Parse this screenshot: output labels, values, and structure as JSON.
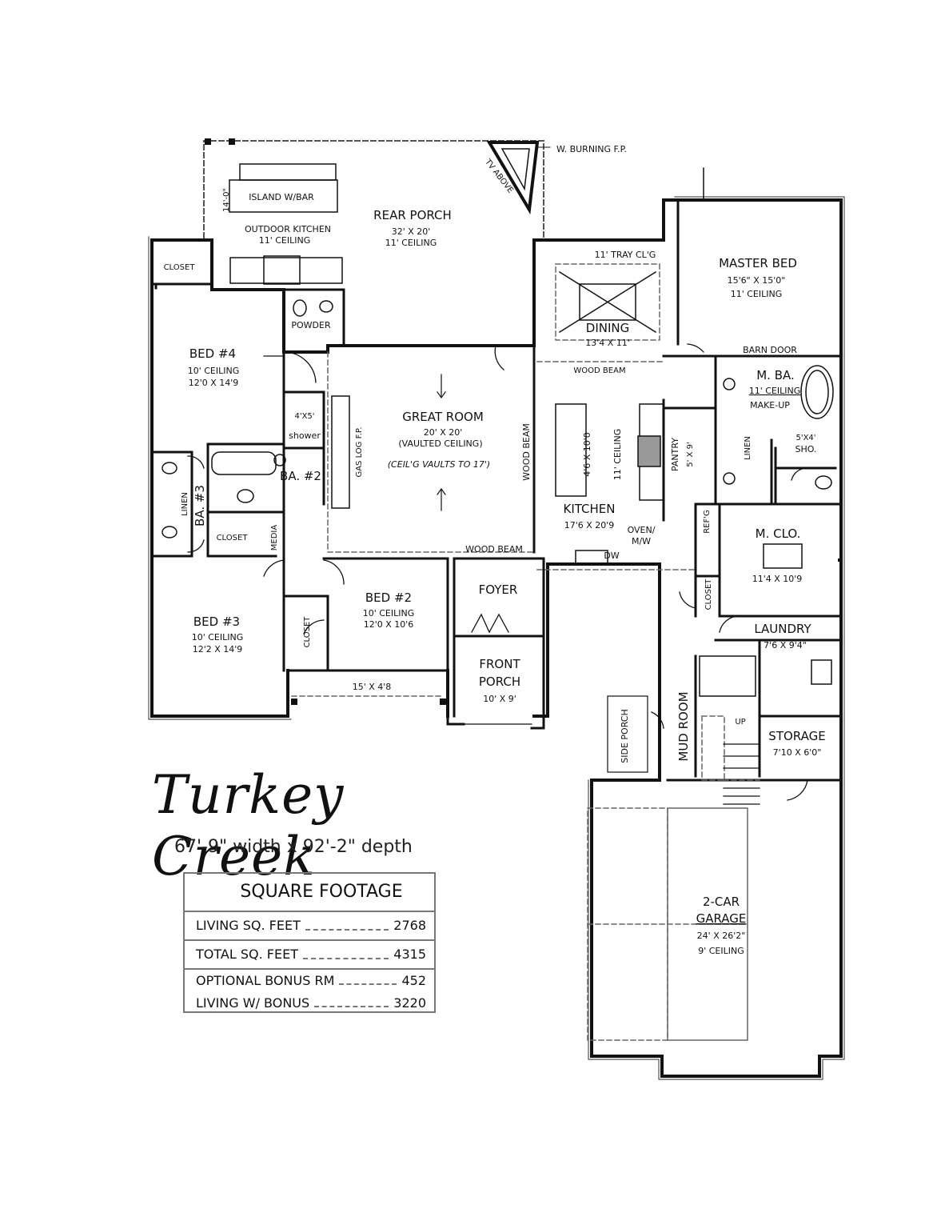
{
  "plan": {
    "rear_porch": {
      "name": "REAR PORCH",
      "size": "32' X 20'",
      "ceiling": "11' CEILING"
    },
    "outdoor_kitchen": {
      "name": "OUTDOOR KITCHEN",
      "ceiling": "11' CEILING"
    },
    "island_bar": "ISLAND W/BAR",
    "porch_depth": "14'-0\"",
    "tv_above": "TV ABOVE",
    "wood_burning_fp": "W. BURNING F.P.",
    "closet": "CLOSET",
    "powder": "POWDER",
    "bed4": {
      "name": "BED #4",
      "ceiling": "10' CEILING",
      "size": "12'0 X 14'9"
    },
    "shower": {
      "size": "4'X5'",
      "name": "shower"
    },
    "ba2": "BA. #2",
    "ba3": "BA. #3",
    "linen": "LINEN",
    "media": "MEDIA",
    "bed3": {
      "name": "BED #3",
      "ceiling": "10' CEILING",
      "size": "12'2 X 14'9"
    },
    "bed2": {
      "name": "BED #2",
      "ceiling": "10' CEILING",
      "size": "12'0 X 10'6"
    },
    "great_room": {
      "name": "GREAT ROOM",
      "size": "20' X 20'",
      "ceiling": "(VAULTED CEILING)",
      "note": "(CEIL'G VAULTS TO 17')"
    },
    "gas_log": "GAS LOG F.P.",
    "wood_beam": "WOOD BEAM",
    "dining": {
      "name": "DINING",
      "size": "13'4 X 11'",
      "tray": "11' TRAY CL'G"
    },
    "kitchen": {
      "name": "KITCHEN",
      "size": "17'6 X 20'9",
      "island": "4'6 X 10'0",
      "ceiling": "11' CEILING"
    },
    "pantry": {
      "name": "PANTRY",
      "size": "5' X 9'"
    },
    "oven": "OVEN/",
    "mw": "M/W",
    "dw": "DW",
    "refg": "REF'G",
    "master_bed": {
      "name": "MASTER BED",
      "size": "15'6\" X 15'0\"",
      "ceiling": "11' CEILING"
    },
    "barn_door": "BARN DOOR",
    "m_ba": {
      "name": "M. BA.",
      "ceiling": "11' CEILING",
      "makeup": "MAKE-UP"
    },
    "sho": {
      "size": "5'X4'",
      "name": "SHO."
    },
    "m_clo": {
      "name": "M. CLO.",
      "size": "11'4 X 10'9"
    },
    "laundry": {
      "name": "LAUNDRY",
      "size": "7'6 X 9'4\""
    },
    "foyer": "FOYER",
    "front_porch": {
      "name1": "FRONT",
      "name2": "PORCH",
      "size": "10' X 9'"
    },
    "porch_strip": "15' X 4'8",
    "side_porch": "SIDE PORCH",
    "mud_room": "MUD ROOM",
    "up": "UP",
    "storage": {
      "name": "STORAGE",
      "size": "7'10 X 6'0\""
    },
    "garage": {
      "name1": "2-CAR",
      "name2": "GARAGE",
      "size": "24' X 26'2\"",
      "ceiling": "9' CEILING"
    }
  },
  "title": "Turkey Creek",
  "dimensions": "67'-9\" width x 92'-2\" depth",
  "square_footage": {
    "header": "SQUARE FOOTAGE",
    "rows": [
      {
        "label": "LIVING SQ. FEET",
        "value": "2768"
      },
      {
        "label": "TOTAL SQ. FEET",
        "value": "4315"
      },
      {
        "label": "OPTIONAL BONUS RM",
        "value": "452"
      },
      {
        "label": "LIVING W/ BONUS",
        "value": "3220"
      }
    ]
  }
}
